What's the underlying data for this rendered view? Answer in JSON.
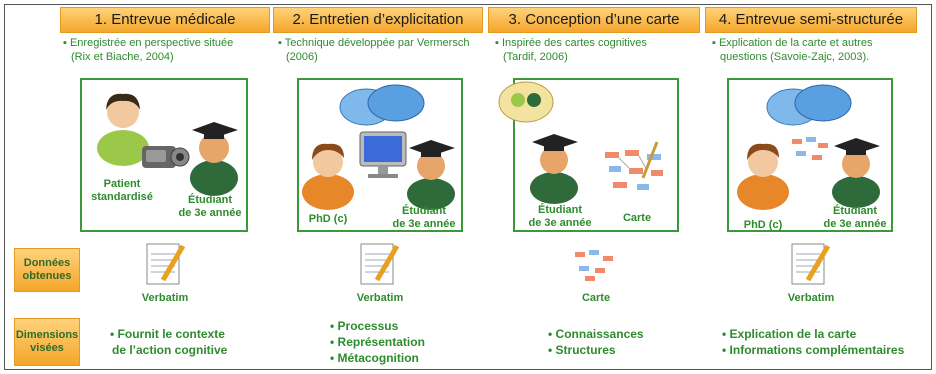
{
  "steps": [
    {
      "title": "1. Entrevue médicale",
      "desc": [
        "Enregistrée en perspective située",
        "(Rix et Biache, 2004)"
      ]
    },
    {
      "title": "2. Entretien d’explicitation",
      "desc": [
        "Technique  développée par Vermersch",
        "(2006)"
      ]
    },
    {
      "title": "3. Conception d’une carte",
      "desc": [
        "Inspirée des cartes cognitives",
        "(Tardif, 2006)"
      ]
    },
    {
      "title": "4. Entrevue semi-structurée",
      "desc": [
        "Explication de la carte et autres",
        "questions (Savoie-Zajc, 2003)."
      ]
    }
  ],
  "labels": {
    "patient": [
      "Patient",
      "standardisé"
    ],
    "etudiant": [
      "Étudiant",
      "de 3e année"
    ],
    "phd": "PhD (c)",
    "carte": "Carte"
  },
  "rows": {
    "donnees": [
      "Données",
      "obtenues"
    ],
    "dimensions": [
      "Dimensions",
      "visées"
    ]
  },
  "outputs": [
    "Verbatim",
    "Verbatim",
    "Carte",
    "Verbatim"
  ],
  "dimensions": [
    [
      "Fournit le contexte",
      "de l’action cognitive"
    ],
    [
      "Processus",
      "Représentation",
      "Métacognition"
    ],
    [
      "Connaissances",
      "Structures"
    ],
    [
      "Explication de la carte",
      "Informations complémentaires"
    ]
  ],
  "colors": {
    "header": "#f4a62a",
    "green": "#2e8b2e"
  }
}
